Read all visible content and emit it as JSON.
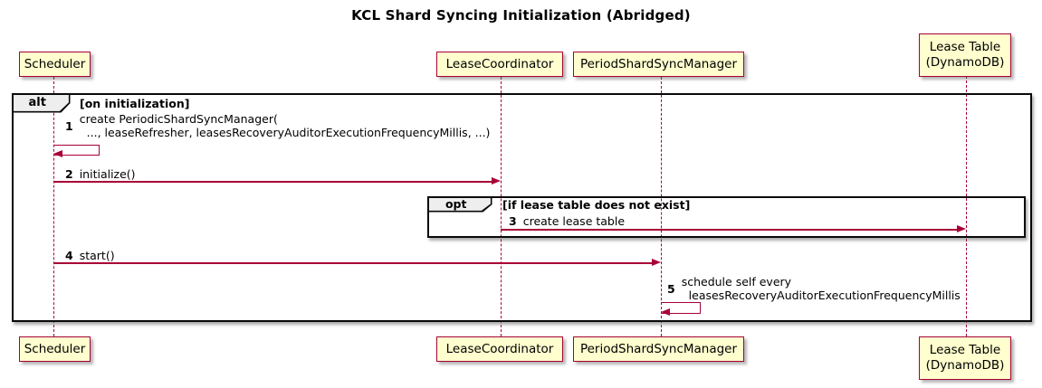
{
  "diagram": {
    "type": "sequence",
    "title": "KCL Shard Syncing Initialization (Abridged)"
  },
  "participants": [
    {
      "id": "scheduler",
      "label": "Scheduler"
    },
    {
      "id": "lease-coordinator",
      "label": "LeaseCoordinator"
    },
    {
      "id": "period-shard-sync-manager",
      "label": "PeriodShardSyncManager"
    },
    {
      "id": "lease-table",
      "label": "Lease Table\n(DynamoDB)"
    }
  ],
  "frames": {
    "alt": {
      "label": "alt",
      "condition": "[on initialization]"
    },
    "opt": {
      "label": "opt",
      "condition": "[if lease table does not exist]"
    }
  },
  "messages": [
    {
      "num": "1",
      "text": "create PeriodicShardSyncManager(\n  ..., leaseRefresher, leasesRecoveryAuditorExecutionFrequencyMillis, ...)",
      "from": "scheduler",
      "to": "scheduler",
      "kind": "self"
    },
    {
      "num": "2",
      "text": "initialize()",
      "from": "scheduler",
      "to": "lease-coordinator",
      "kind": "sync"
    },
    {
      "num": "3",
      "text": "create lease table",
      "from": "lease-coordinator",
      "to": "lease-table",
      "kind": "sync"
    },
    {
      "num": "4",
      "text": "start()",
      "from": "scheduler",
      "to": "period-shard-sync-manager",
      "kind": "sync"
    },
    {
      "num": "5",
      "text": "schedule self every\n  leasesRecoveryAuditorExecutionFrequencyMillis",
      "from": "period-shard-sync-manager",
      "to": "period-shard-sync-manager",
      "kind": "self"
    }
  ],
  "colors": {
    "participant_fill": "#FEFECE",
    "participant_border": "#A80036",
    "arrow": "#A80036",
    "lifeline": "#A80036",
    "frame_border": "#090909",
    "frame_label_fill": "#EEEEEE",
    "background": "#FFFFFF"
  }
}
